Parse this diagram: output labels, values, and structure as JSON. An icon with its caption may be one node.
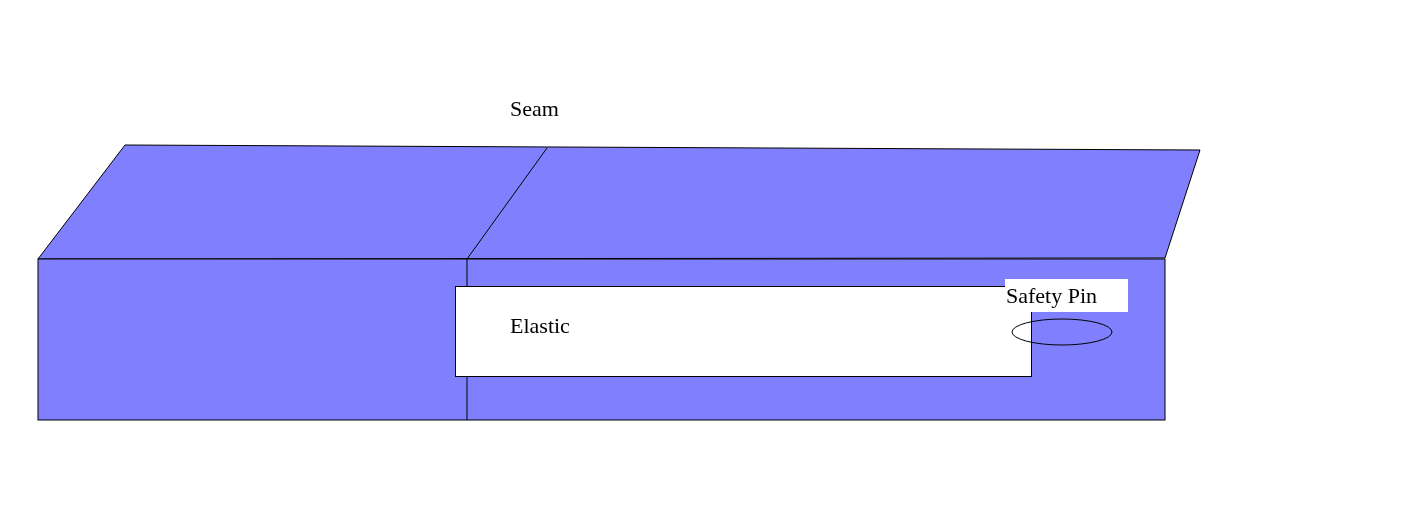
{
  "diagram": {
    "nodes": [
      {
        "text": [
          "Elastic"
        ]
      },
      {
        "text": [
          "Safety Pin"
        ]
      },
      {
        "text": [],
        "shape": "ellipse"
      }
    ],
    "labels": [
      "Seam"
    ]
  }
}
